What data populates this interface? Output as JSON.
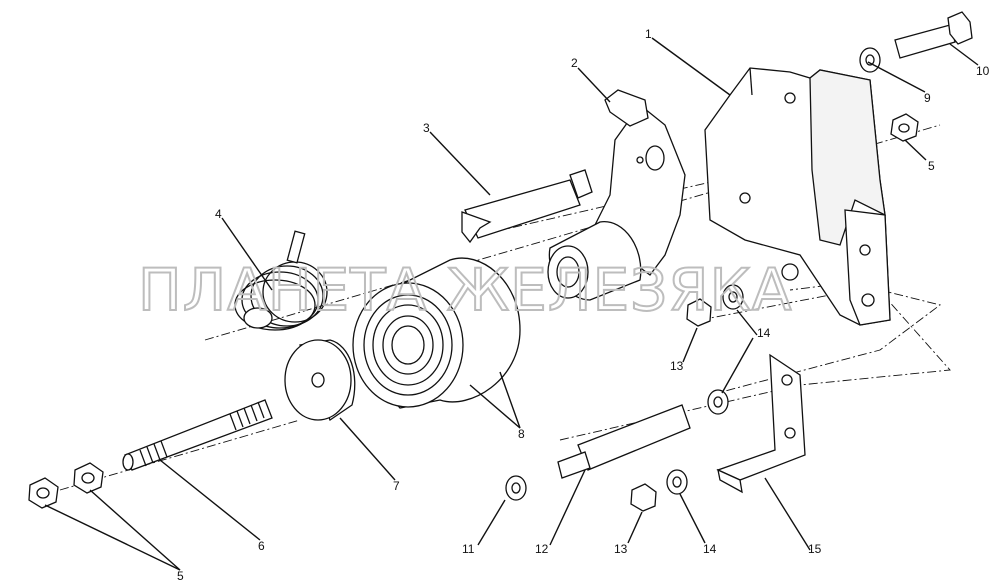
{
  "diagram": {
    "watermark": "ПЛАНЕТА ЖЕЛЕЗЯКА",
    "callouts": [
      "1",
      "2",
      "3",
      "4",
      "5",
      "5",
      "6",
      "7",
      "8",
      "9",
      "10",
      "11",
      "12",
      "13",
      "13",
      "14",
      "14",
      "15"
    ]
  }
}
